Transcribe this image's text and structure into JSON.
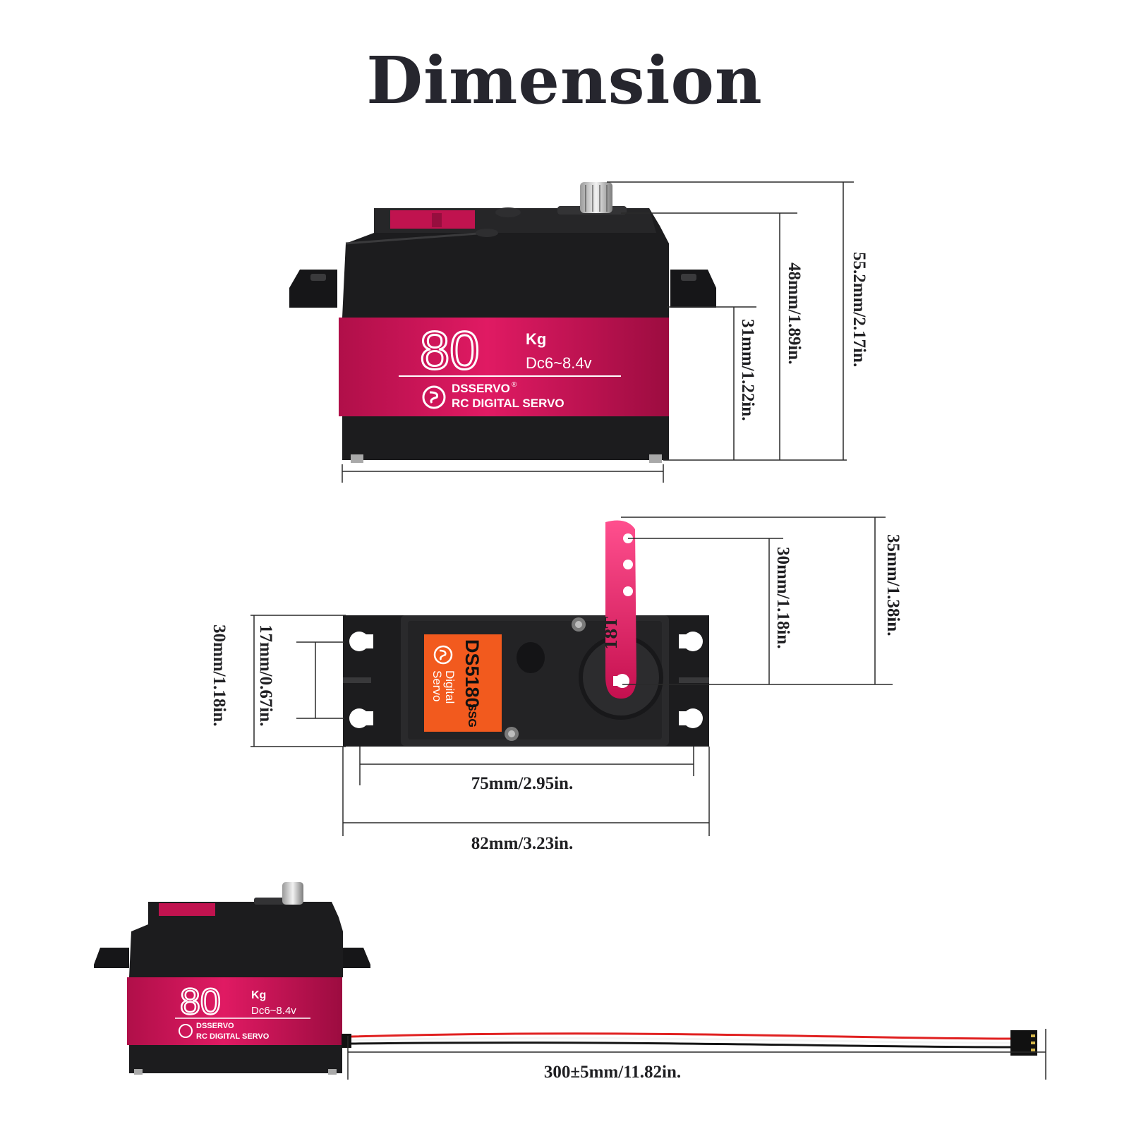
{
  "title": "Dimension",
  "brand": {
    "torque_number": "80",
    "torque_unit": "Kg",
    "voltage": "Dc6~8.4v",
    "brand_name": "DSSERVO",
    "registered": "®",
    "subtitle": "RC DIGITAL SERVO"
  },
  "top_label": {
    "model": "DS5180",
    "model_suffix": "SSG",
    "line1": "Digital",
    "line2": "Servo",
    "horn_text": "18T"
  },
  "dimensions": {
    "height_total": "55.2mm/2.17in.",
    "height_body": "48mm/1.89in.",
    "height_case": "31mm/1.22in.",
    "horn_length": "35mm/1.38in.",
    "horn_hole": "30mm/1.18in.",
    "width_total": "30mm/1.18in.",
    "hole_spacing": "17mm/0.67in.",
    "mount_spacing": "75mm/2.95in.",
    "length_total": "82mm/3.23in.",
    "cable_length": "300±5mm/11.82in."
  },
  "colors": {
    "body_black": "#1c1c1e",
    "band_pink": "#d4145a",
    "label_orange": "#f25a1e",
    "dimension_line": "#2a2a2a",
    "title": "#26262e"
  }
}
